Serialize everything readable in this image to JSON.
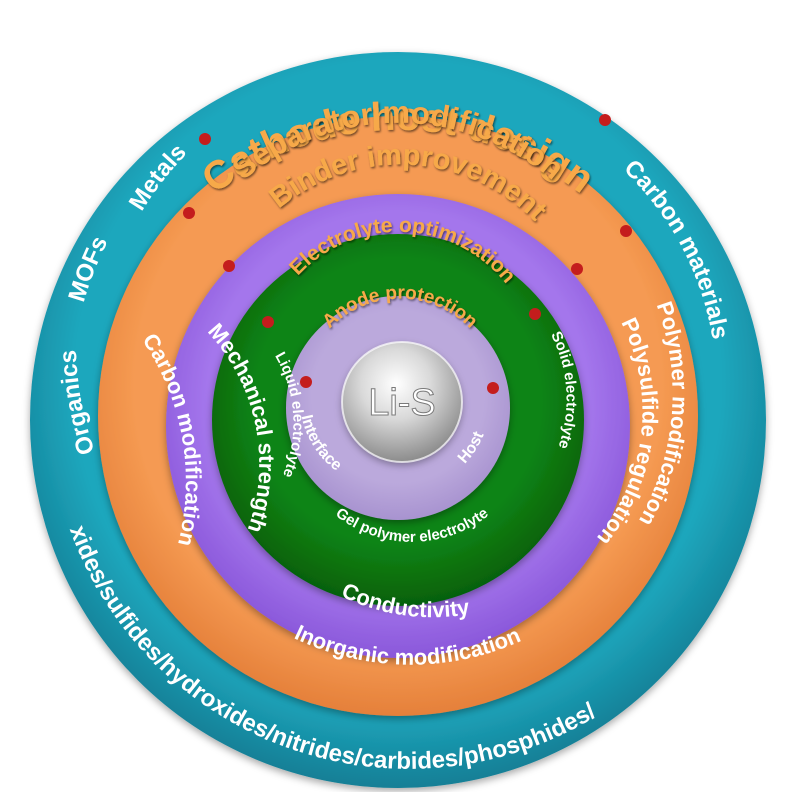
{
  "colors": {
    "outer_ring": "#1b9bb3",
    "separator_ring": "#f2934a",
    "binder_ring": "#9f6be8",
    "electrolyte_ring": "#0b7a12",
    "anode_ring": "#b6a3d9",
    "accent_orange": "#f7a948",
    "dot_red": "#c41d1d"
  },
  "center": {
    "label": "Li-S"
  },
  "rings": {
    "cathode": {
      "title": "Cathode host design",
      "items": {
        "metals": "Metals",
        "carbon_materials": "Carbon materials",
        "mofs": "MOFs",
        "organics": "Organics",
        "metal_compounds": "Metal oxides/sulfides/hydroxides/nitrides/carbides/phosphides/borides"
      }
    },
    "separator": {
      "title": "Separator modification",
      "items": {
        "carbon_modification": "Carbon modification",
        "polymer_modification": "Polymer modification",
        "inorganic_modification": "Inorganic modification"
      }
    },
    "binder": {
      "title": "Binder improvement",
      "items": {
        "mechanical_strength": "Mechanical strength",
        "polysulfide_regulation": "Polysulfide regulation",
        "conductivity": "Conductivity"
      }
    },
    "electrolyte": {
      "title": "Electrolyte optimization",
      "items": {
        "liquid": "Liquid electrolyte",
        "solid": "Solid electrolyte",
        "gel": "Gel polymer electrolyte"
      }
    },
    "anode": {
      "title": "Anode protection",
      "items": {
        "interface": "Interface",
        "host": "Host"
      }
    }
  }
}
